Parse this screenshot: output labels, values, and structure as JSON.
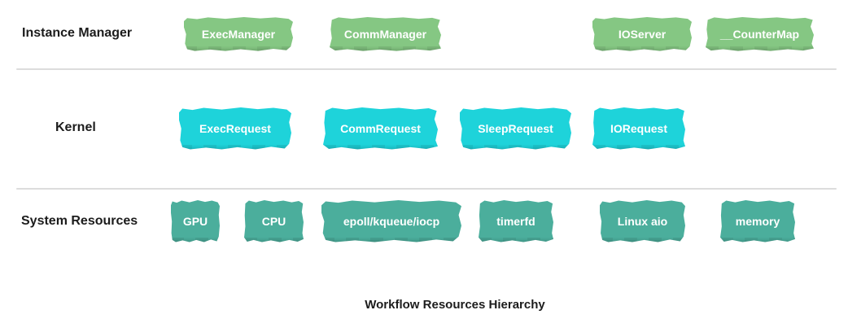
{
  "title": "Workflow Resources Hierarchy",
  "divider_color": "#dcdcdc",
  "node_text_color": "#ffffff",
  "rows": [
    {
      "label": "Instance Manager",
      "color": "#85c783",
      "boxes": [
        "ExecManager",
        "CommManager",
        "IOServer",
        "__CounterMap"
      ]
    },
    {
      "label": "Kernel",
      "color": "#1ed3da",
      "boxes": [
        "ExecRequest",
        "CommRequest",
        "SleepRequest",
        "IORequest"
      ]
    },
    {
      "label": "System Resources",
      "color": "#4bae9c",
      "boxes": [
        "GPU",
        "CPU",
        "epoll/kqueue/iocp",
        "timerfd",
        "Linux aio",
        "memory"
      ]
    }
  ]
}
